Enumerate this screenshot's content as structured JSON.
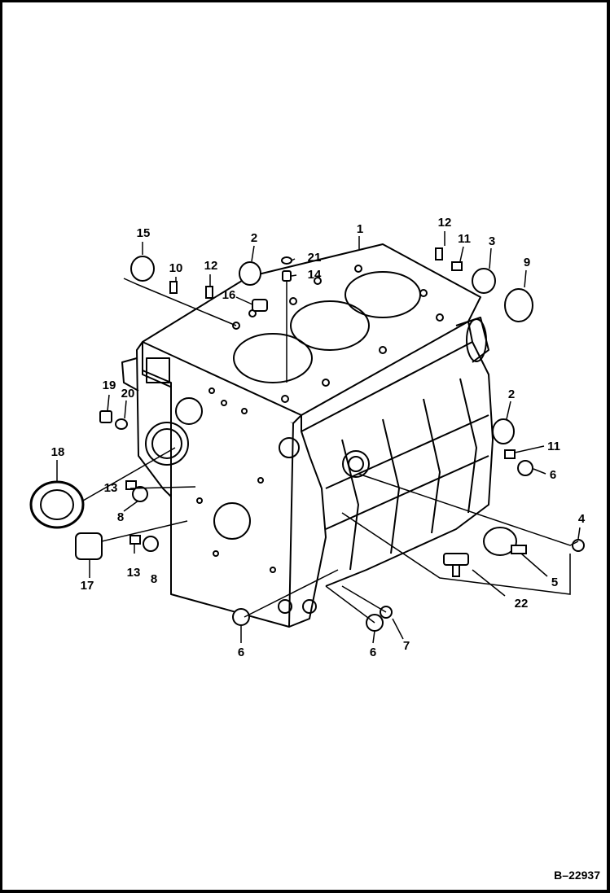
{
  "figure_id": "B–22937",
  "callouts": [
    {
      "id": "c15",
      "label": "15"
    },
    {
      "id": "c10",
      "label": "10"
    },
    {
      "id": "c12a",
      "label": "12"
    },
    {
      "id": "c2a",
      "label": "2"
    },
    {
      "id": "c16",
      "label": "16"
    },
    {
      "id": "c21",
      "label": "21"
    },
    {
      "id": "c14",
      "label": "14"
    },
    {
      "id": "c1",
      "label": "1"
    },
    {
      "id": "c12b",
      "label": "12"
    },
    {
      "id": "c11a",
      "label": "11"
    },
    {
      "id": "c3",
      "label": "3"
    },
    {
      "id": "c9",
      "label": "9"
    },
    {
      "id": "c19",
      "label": "19"
    },
    {
      "id": "c20",
      "label": "20"
    },
    {
      "id": "c2b",
      "label": "2"
    },
    {
      "id": "c11b",
      "label": "11"
    },
    {
      "id": "c6a",
      "label": "6"
    },
    {
      "id": "c18",
      "label": "18"
    },
    {
      "id": "c13a",
      "label": "13"
    },
    {
      "id": "c8a",
      "label": "8"
    },
    {
      "id": "c4",
      "label": "4"
    },
    {
      "id": "c13b",
      "label": "13"
    },
    {
      "id": "c8b",
      "label": "8"
    },
    {
      "id": "c17",
      "label": "17"
    },
    {
      "id": "c5",
      "label": "5"
    },
    {
      "id": "c22",
      "label": "22"
    },
    {
      "id": "c7",
      "label": "7"
    },
    {
      "id": "c6b",
      "label": "6"
    },
    {
      "id": "c6c",
      "label": "6"
    }
  ]
}
